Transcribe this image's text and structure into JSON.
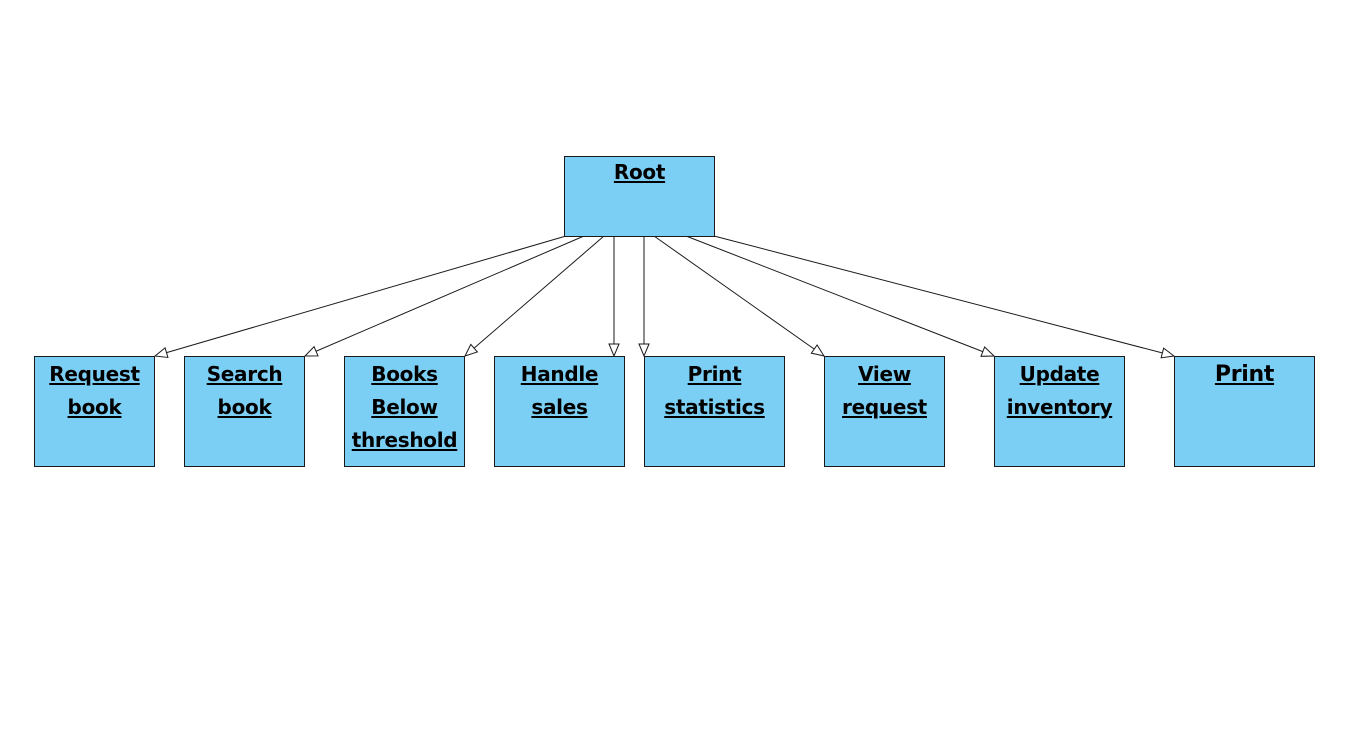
{
  "diagram": {
    "root": {
      "label": "Root"
    },
    "children": [
      {
        "label": "Request\nbook"
      },
      {
        "label": "Search\nbook"
      },
      {
        "label": "Books\nBelow\nthreshold"
      },
      {
        "label": "Handle\nsales"
      },
      {
        "label": "Print\nstatistics"
      },
      {
        "label": "View\nrequest"
      },
      {
        "label": "Update\ninventory"
      },
      {
        "label": "Print"
      }
    ],
    "colors": {
      "node_fill": "#7ccff4",
      "node_border": "#1a1a1a",
      "edge": "#1a1a1a",
      "arrowhead_fill": "#ffffff"
    }
  }
}
